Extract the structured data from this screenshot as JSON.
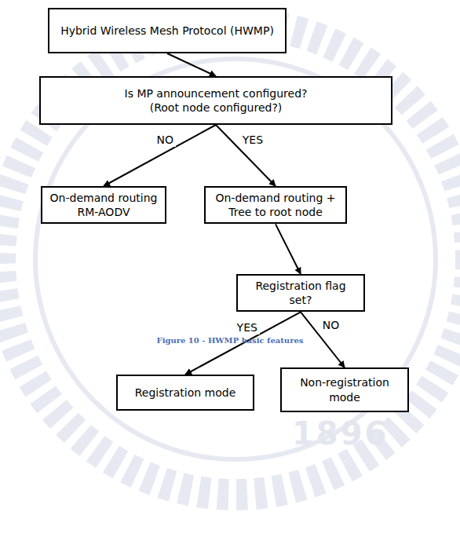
{
  "diagram": {
    "caption": "Figure 10 - HWMP basic features",
    "nodes": [
      {
        "text": [
          "Hybrid Wireless Mesh Protocol (HWMP)"
        ]
      },
      {
        "text": [
          "Is MP announcement configured? (Root node configured?)"
        ]
      },
      {
        "text": [
          "On-demand routing RM-AODV"
        ]
      },
      {
        "text": [
          "On-demand routing + Tree to root node"
        ]
      },
      {
        "text": [
          "Registration flag set?"
        ]
      },
      {
        "text": [
          "Registration mode"
        ]
      },
      {
        "text": [
          "Non-registration mode"
        ]
      }
    ],
    "edges": [
      {
        "from": 0,
        "to": 1,
        "arrow": "to"
      },
      {
        "from": 1,
        "to": 2,
        "label": "NO",
        "arrow": "to"
      },
      {
        "from": 1,
        "to": 3,
        "label": "YES",
        "arrow": "to"
      },
      {
        "from": 3,
        "to": 4,
        "arrow": "to"
      },
      {
        "from": 4,
        "to": 5,
        "label": "YES",
        "arrow": "to"
      },
      {
        "from": 4,
        "to": 6,
        "label": "NO",
        "arrow": "to"
      }
    ],
    "labels": [
      "1896"
    ]
  }
}
